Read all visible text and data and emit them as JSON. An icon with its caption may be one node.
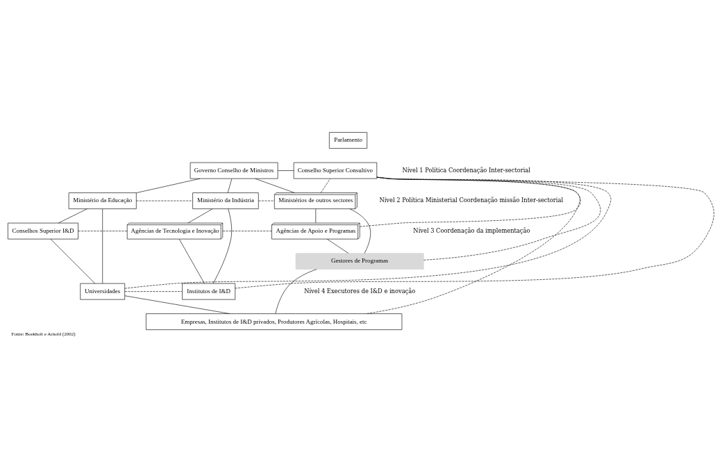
{
  "diagram": {
    "caption": "Fonte: Boekholt e Arnold (2002)",
    "nodes": [
      {
        "text": [
          "Parlamento"
        ]
      },
      {
        "text": [
          "Governo Conselho de Ministros"
        ]
      },
      {
        "text": [
          "Conselho Superior Consultivo"
        ]
      },
      {
        "text": [
          "Ministério da Educação"
        ]
      },
      {
        "text": [
          "Ministério da Indústria"
        ]
      },
      {
        "text": [
          "Ministérios de outros sectores"
        ]
      },
      {
        "text": [
          "Conselhos Superior I&D"
        ]
      },
      {
        "text": [
          "Agências de Tecnologia e Inovação"
        ]
      },
      {
        "text": [
          "Agências de Apoio e Programas"
        ]
      },
      {
        "text": [
          "Gestores de Programas"
        ]
      },
      {
        "text": [
          "Universidades"
        ]
      },
      {
        "text": [
          "Institutos de I&D"
        ]
      },
      {
        "text": [
          "Empresas, Institutos de I&D privados, Produtores Agrícolas, Hospitais, etc"
        ]
      }
    ],
    "edges": [
      {
        "from": 1,
        "to": 2,
        "arrow": "none"
      },
      {
        "from": 1,
        "to": 3,
        "arrow": "none"
      },
      {
        "from": 1,
        "to": 4,
        "arrow": "none"
      },
      {
        "from": 1,
        "to": 5,
        "arrow": "none"
      },
      {
        "from": 3,
        "to": 4,
        "arrow": "none",
        "style": "dashed"
      },
      {
        "from": 4,
        "to": 5,
        "arrow": "none",
        "style": "dashed"
      },
      {
        "from": 5,
        "to": 2,
        "arrow": "none",
        "style": "dashed"
      },
      {
        "from": 3,
        "to": 6,
        "arrow": "none"
      },
      {
        "from": 4,
        "to": 7,
        "arrow": "none"
      },
      {
        "from": 5,
        "to": 8,
        "arrow": "none"
      },
      {
        "from": 6,
        "to": 7,
        "arrow": "none",
        "style": "dashed"
      },
      {
        "from": 7,
        "to": 8,
        "arrow": "none",
        "style": "dashed"
      },
      {
        "from": 8,
        "to": 2,
        "arrow": "none",
        "style": "dashed"
      },
      {
        "from": 3,
        "to": 10,
        "arrow": "none"
      },
      {
        "from": 6,
        "to": 10,
        "arrow": "none"
      },
      {
        "from": 4,
        "to": 11,
        "arrow": "none"
      },
      {
        "from": 7,
        "to": 11,
        "arrow": "none"
      },
      {
        "from": 5,
        "to": 9,
        "arrow": "none"
      },
      {
        "from": 8,
        "to": 9,
        "arrow": "none"
      },
      {
        "from": 9,
        "to": 2,
        "arrow": "none",
        "style": "dashed"
      },
      {
        "from": 10,
        "to": 11,
        "arrow": "none",
        "style": "dashed"
      },
      {
        "from": 11,
        "to": 2,
        "arrow": "none",
        "style": "dashed"
      },
      {
        "from": 10,
        "to": 2,
        "arrow": "none",
        "style": "dashed"
      },
      {
        "from": 10,
        "to": 12,
        "arrow": "none"
      },
      {
        "from": 9,
        "to": 12,
        "arrow": "none"
      },
      {
        "from": 2,
        "to": 12,
        "arrow": "none",
        "style": "dashed"
      }
    ],
    "labels": [
      "Nível 1 Política Coordenação Inter-sectorial",
      "Nível 2 Política Ministerial Coordenação missão Inter-sectorial",
      "Nível 3 Coordenação da implementação",
      "Nível 4 Executores de I&D e inovação"
    ]
  }
}
